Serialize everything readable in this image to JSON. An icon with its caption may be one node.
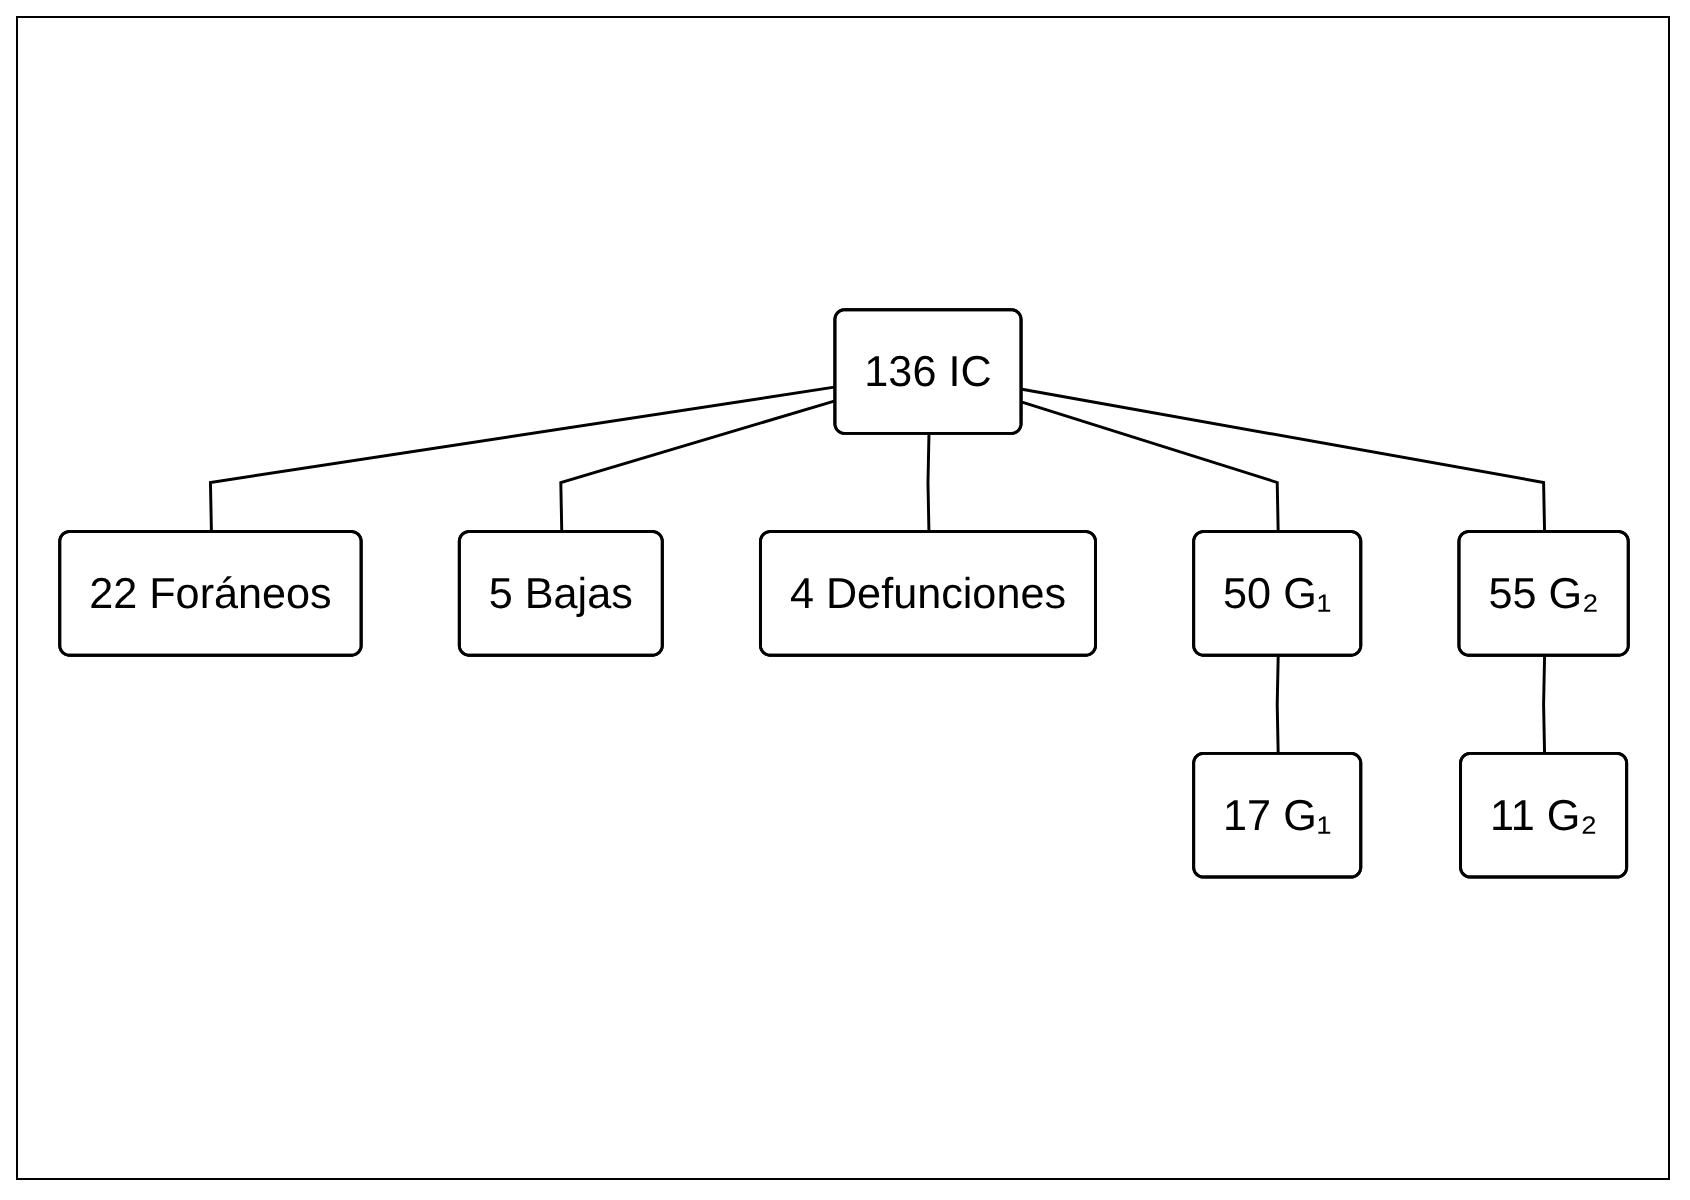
{
  "diagram": {
    "nodes": [
      {
        "text": [
          "136 IC"
        ]
      },
      {
        "text": [
          "22 Foráneos"
        ]
      },
      {
        "text": [
          "5 Bajas"
        ]
      },
      {
        "text": [
          "4 Defunciones"
        ]
      },
      {
        "text": [
          "17 G₁"
        ]
      },
      {
        "text": [
          "50 G₁"
        ]
      },
      {
        "text": [
          "55 G₂"
        ]
      },
      {
        "text": [
          "11 G₂"
        ]
      }
    ],
    "edges": [
      {
        "from": 0,
        "to": 1,
        "arrow": "none"
      },
      {
        "from": 0,
        "to": 2,
        "arrow": "none"
      },
      {
        "from": 0,
        "to": 3,
        "arrow": "none"
      },
      {
        "from": 0,
        "to": 5,
        "arrow": "none"
      },
      {
        "from": 0,
        "to": 6,
        "arrow": "none"
      },
      {
        "from": 5,
        "to": 4,
        "arrow": "none"
      },
      {
        "from": 6,
        "to": 7,
        "arrow": "none"
      }
    ]
  }
}
